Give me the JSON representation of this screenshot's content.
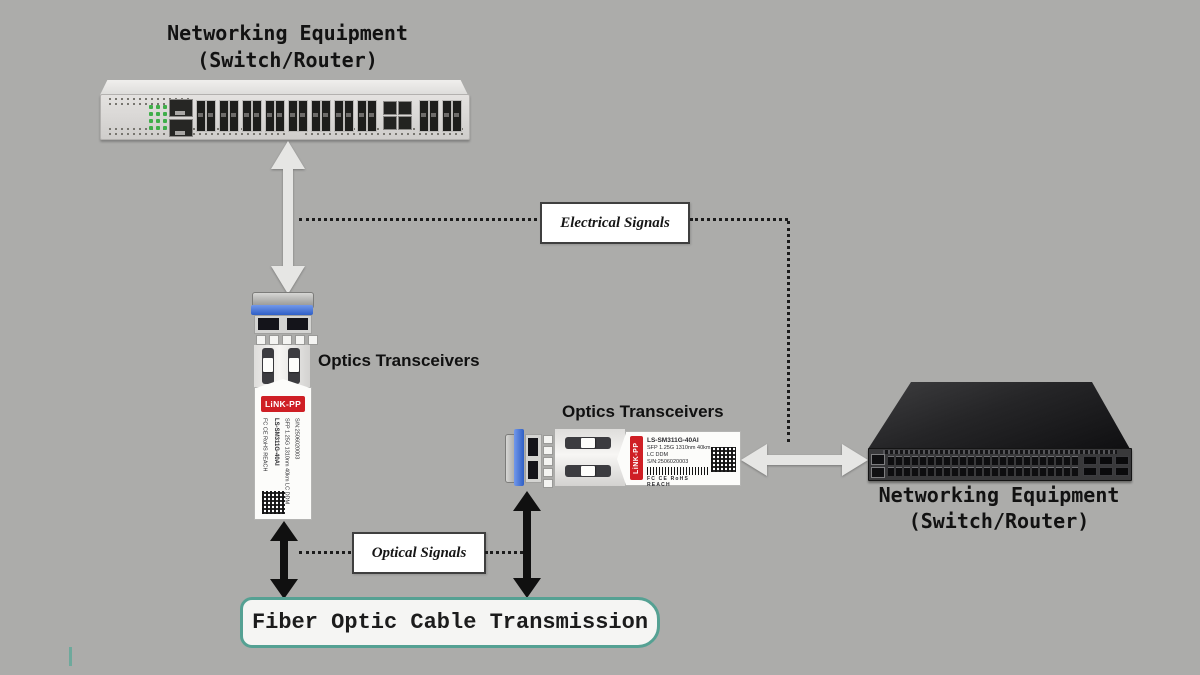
{
  "colors": {
    "background": "#acacaa",
    "teal": "#55a193",
    "red": "#cf1f25",
    "blue": "#2f5fc6",
    "arrow_light": "#e6e6e4",
    "ink": "#101010"
  },
  "labels": {
    "equipment_top": {
      "line1": "Networking Equipment",
      "line2": "(Switch/Router)"
    },
    "equipment_right": {
      "line1": "Networking Equipment",
      "line2": "(Switch/Router)"
    },
    "electrical_signals": "Electrical Signals",
    "optical_signals": "Optical Signals",
    "optics_left": "Optics Transceivers",
    "optics_right": "Optics Transceivers",
    "fiber_box": "Fiber Optic Cable Transmission"
  },
  "transceiver": {
    "brand": "LiNK-PP",
    "model": "LS-SM311G-40AI",
    "spec": "SFP 1.25G 1310nm 40km LC DDM",
    "serial": "S/N:2506020003",
    "certs": "FC  CE  RoHS  REACH"
  }
}
